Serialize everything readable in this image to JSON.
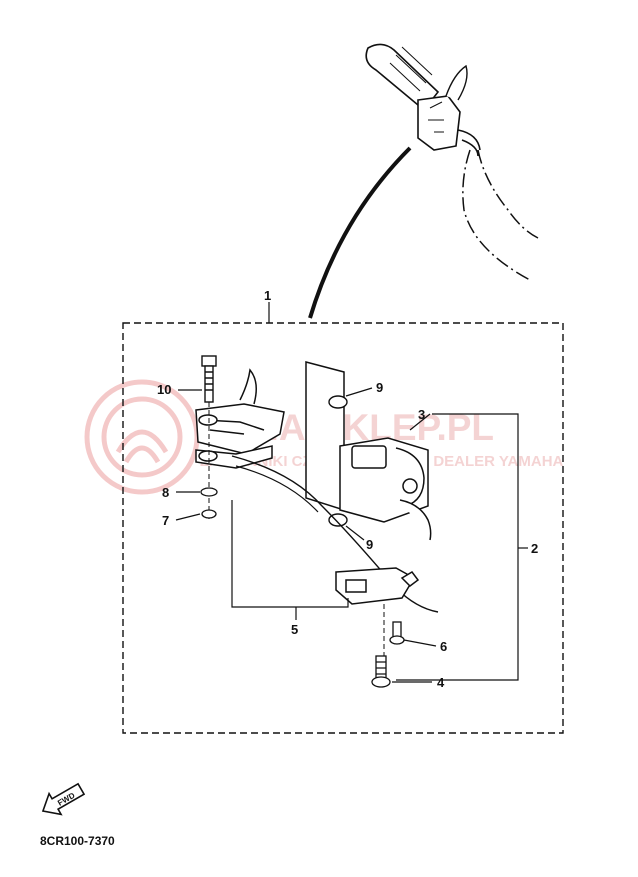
{
  "diagram": {
    "part_code": "8CR100-7370",
    "fwd_label": "FWD",
    "callouts": {
      "c1": "1",
      "c2": "2",
      "c3": "3",
      "c4": "4",
      "c5": "5",
      "c6": "6",
      "c7": "7",
      "c8": "8",
      "c9a": "9",
      "c9b": "9",
      "c10": "10"
    },
    "watermark": {
      "main": "YAMA-SKLEP.PL",
      "sub": "ZAMIENNIKI CZĘŚCI ZAMIENNE DEALER YAMAHA"
    }
  },
  "colors": {
    "line": "#111111",
    "watermark": "#e8a0a0"
  }
}
